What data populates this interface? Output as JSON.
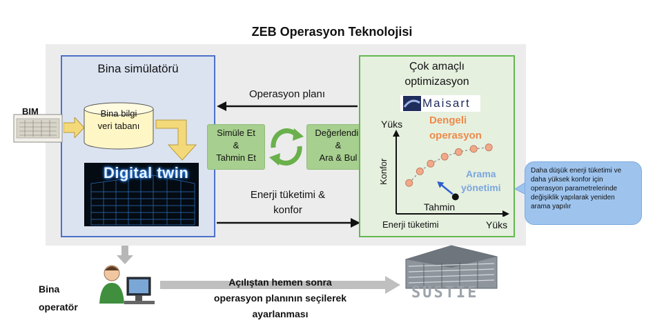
{
  "title": "ZEB Operasyon Teknolojisi",
  "simulator": {
    "title": "Bina simülatörü",
    "bim_label": "BIM",
    "database": "Bina bilgi\nveri tabanı",
    "digital_twin": "Digital twin"
  },
  "process": {
    "simulate_box": "Simüle Et\n&\nTahmin Et",
    "evaluate_box": "Değerlendir\n&\nAra & Bul",
    "operation_plan": "Operasyon planı",
    "energy_comfort": "Enerji tüketimi &\nkonfor"
  },
  "optimizer": {
    "title": "Çok amaçlı\noptimizasyon",
    "brand": "Maisart",
    "axis_y_top": "Yüks",
    "axis_y_label": "Konfor",
    "axis_x_label": "Enerji tüketimi",
    "axis_x_right": "Yüks",
    "balanced": "Dengeli\noperasyon",
    "search": "Arama\nyönetimi",
    "forecast": "Tahmin"
  },
  "callout": "Daha düşük enerji tüketimi ve daha yüksek konfor için operasyon parametrelerinde değişiklik yapılarak yeniden arama yapılır",
  "bottom": {
    "operator": "Bina\noperatör",
    "description": "Açılıştan hemen sonra\noperasyon planının seçilerek\nayarlanması",
    "brand": "SUSTIE"
  },
  "chart_data": {
    "type": "scatter",
    "series": [
      {
        "name": "Dengeli operasyon",
        "x": [
          0.12,
          0.22,
          0.32,
          0.45,
          0.58,
          0.72,
          0.86
        ],
        "y": [
          0.4,
          0.55,
          0.65,
          0.74,
          0.8,
          0.84,
          0.86
        ]
      },
      {
        "name": "Tahmin",
        "x": [
          0.55
        ],
        "y": [
          0.22
        ]
      }
    ],
    "search_arrow": {
      "from": [
        0.55,
        0.22
      ],
      "to": [
        0.38,
        0.42
      ]
    },
    "xlabel": "Enerji tüketimi",
    "ylabel": "Konfor",
    "xlim": [
      0,
      1
    ],
    "ylim": [
      0,
      1
    ]
  },
  "colors": {
    "simulator_border": "#4d6fc7",
    "optimizer_border": "#62b84f",
    "process_box": "#a7cf8f",
    "pareto_point": "#f2a98a",
    "balanced_text": "#ee8a4a",
    "search_text": "#7aa6de",
    "callout": "#9ec4ee"
  }
}
